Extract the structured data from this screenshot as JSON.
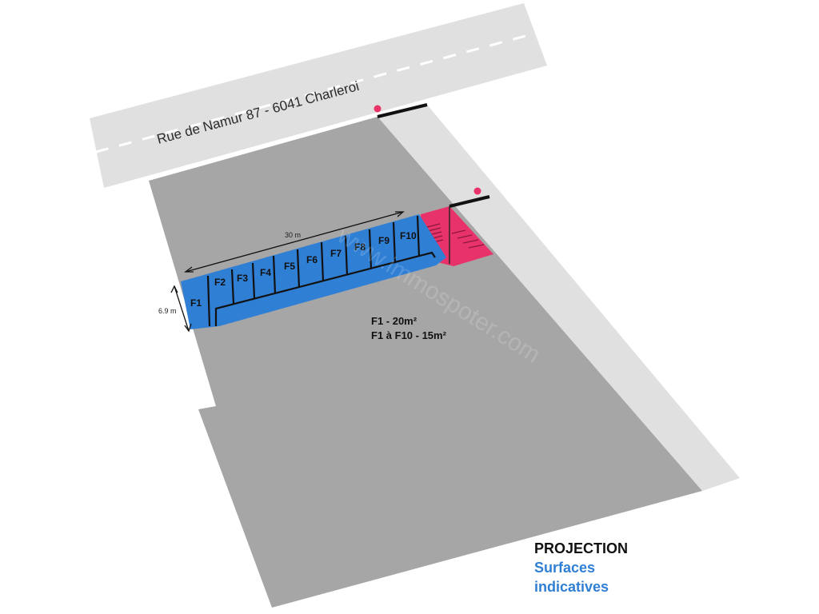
{
  "street": {
    "name": "Rue de Namur 87 - 6041 Charleroi"
  },
  "dimensions": {
    "length": "30 m",
    "width": "6.9 m"
  },
  "units": [
    "F1",
    "F2",
    "F3",
    "F4",
    "F5",
    "F6",
    "F7",
    "F8",
    "F9",
    "F10"
  ],
  "surfaces": {
    "line1": "F1 - 20m²",
    "line2": "F1 à F10 - 15m²"
  },
  "legend": {
    "title": "PROJECTION",
    "line2": "Surfaces",
    "line3": "indicatives"
  },
  "watermark": "www.immospoter.com",
  "colors": {
    "units": "#2f7fd4",
    "stairs": "#e8336a",
    "lot": "#a6a6a6",
    "road": "#e0e0e0",
    "marker": "#e8336a",
    "legend_accent": "#2f7fd4"
  }
}
